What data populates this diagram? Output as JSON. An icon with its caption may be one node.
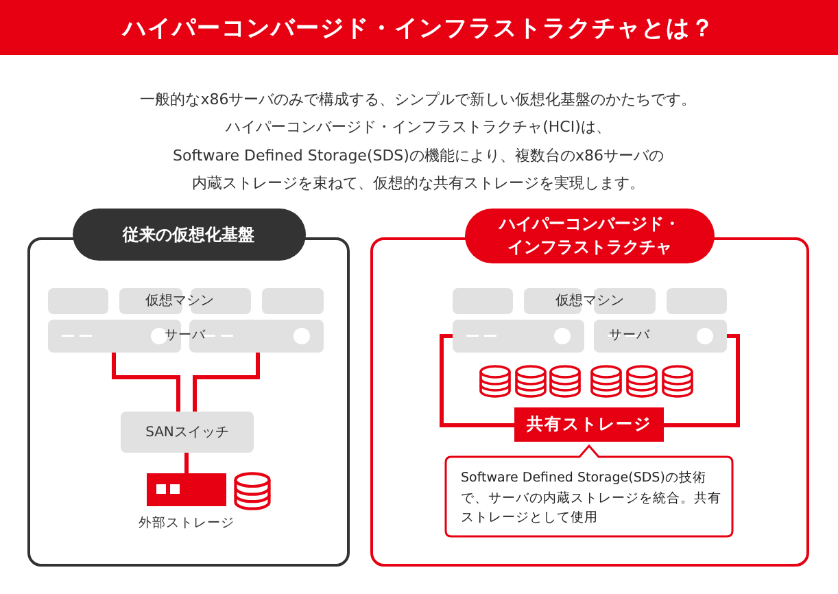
{
  "diagram": {
    "title": "ハイパーコンバージド・インフラストラクチャとは？",
    "nodes": [
      {
        "text": [
          "従来の仮想化基盤"
        ]
      },
      {
        "text": [],
        "shape": "box",
        "in": 0
      },
      {
        "text": [],
        "shape": "box",
        "in": 0
      },
      {
        "text": [],
        "shape": "box",
        "in": 0
      },
      {
        "text": [],
        "shape": "box",
        "in": 0
      },
      {
        "text": [],
        "shape": "box",
        "in": 0
      },
      {
        "text": [],
        "shape": "box",
        "in": 0
      },
      {
        "text": [
          "SANスイッチ"
        ],
        "in": 0
      },
      {
        "text": [],
        "shape": "box",
        "beside": [
          "外部ストレージ"
        ],
        "in": 0
      },
      {
        "text": [],
        "shape": "cylinder",
        "in": 0
      },
      {
        "text": [
          "ハイパーコンバージド・インフラストラクチャ"
        ]
      },
      {
        "text": [],
        "shape": "box",
        "in": 10
      },
      {
        "text": [],
        "shape": "box",
        "in": 10
      },
      {
        "text": [],
        "shape": "box",
        "in": 10
      },
      {
        "text": [],
        "shape": "box",
        "in": 10
      },
      {
        "text": [],
        "shape": "box",
        "in": 10
      },
      {
        "text": [],
        "shape": "box",
        "in": 10
      },
      {
        "text": [],
        "shape": "cylinder",
        "in": 10
      },
      {
        "text": [],
        "shape": "cylinder",
        "in": 10
      },
      {
        "text": [],
        "shape": "cylinder",
        "in": 10
      },
      {
        "text": [],
        "shape": "cylinder",
        "in": 10
      },
      {
        "text": [],
        "shape": "cylinder",
        "in": 10
      },
      {
        "text": [],
        "shape": "cylinder",
        "in": 10
      },
      {
        "text": [
          "共有ストレージ"
        ],
        "in": 10
      },
      {
        "text": [
          "Software Defined Storage(SDS)の技術で、サーバの内蔵ストレージを統合。共有ストレージとして使用"
        ],
        "in": 10
      }
    ],
    "edges": [
      {
        "from": 5,
        "to": 7,
        "arrow": "none"
      },
      {
        "from": 6,
        "to": 7,
        "arrow": "none"
      },
      {
        "from": 7,
        "to": 8,
        "arrow": "none"
      },
      {
        "from": 15,
        "to": 23,
        "arrow": "none"
      },
      {
        "from": 16,
        "to": 23,
        "arrow": "none"
      }
    ],
    "labels": [
      "一般的なx86サーバのみで構成する、シンプルで新しい仮想化基盤のかたちです。",
      "ハイパーコンバージド・インフラストラクチャ(HCI)は、",
      "Software Defined Storage(SDS)の機能により、複数台のx86サーバの",
      "内蔵ストレージを束ねて、仮想的な共有ストレージを実現します。",
      "仮想マシン",
      "サーバ",
      "仮想マシン",
      "サーバ"
    ]
  }
}
